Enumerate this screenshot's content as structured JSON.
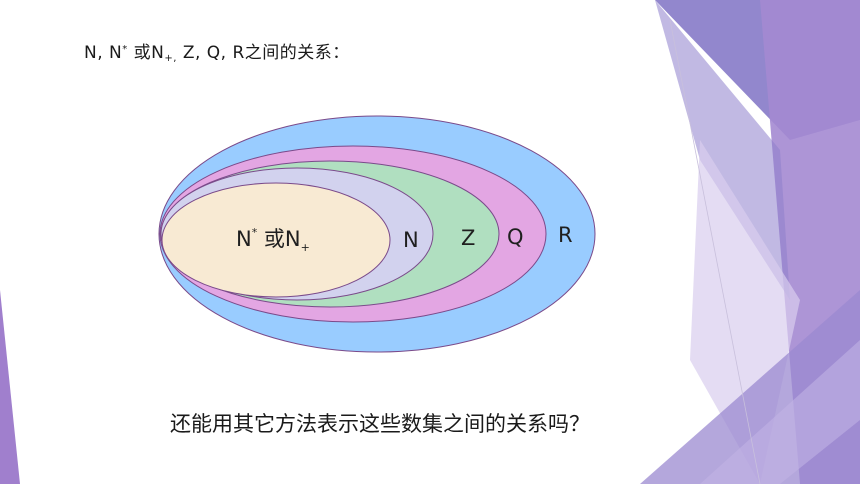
{
  "title": {
    "n": "N, N",
    "n_star": "*",
    "or": " 或N",
    "plus": "+,",
    "rest": " Z, Q, R之间的关系："
  },
  "sets": {
    "innermost_main": "N",
    "innermost_star": "*",
    "innermost_or": " 或N",
    "innermost_plus": "+",
    "n": "N",
    "z": "Z",
    "q": "Q",
    "r": "R"
  },
  "colors": {
    "r_fill": "#99ccff",
    "q_fill": "#e3a6e3",
    "z_fill": "#b0dfc0",
    "n_fill": "#d2d2ee",
    "nstar_fill": "#f8ead3",
    "outline": "#7a4a8a",
    "deco_purple": "#8b78c6",
    "deco_light": "#c7b7e2"
  },
  "question": "还能用其它方法表示这些数集之间的关系吗？"
}
